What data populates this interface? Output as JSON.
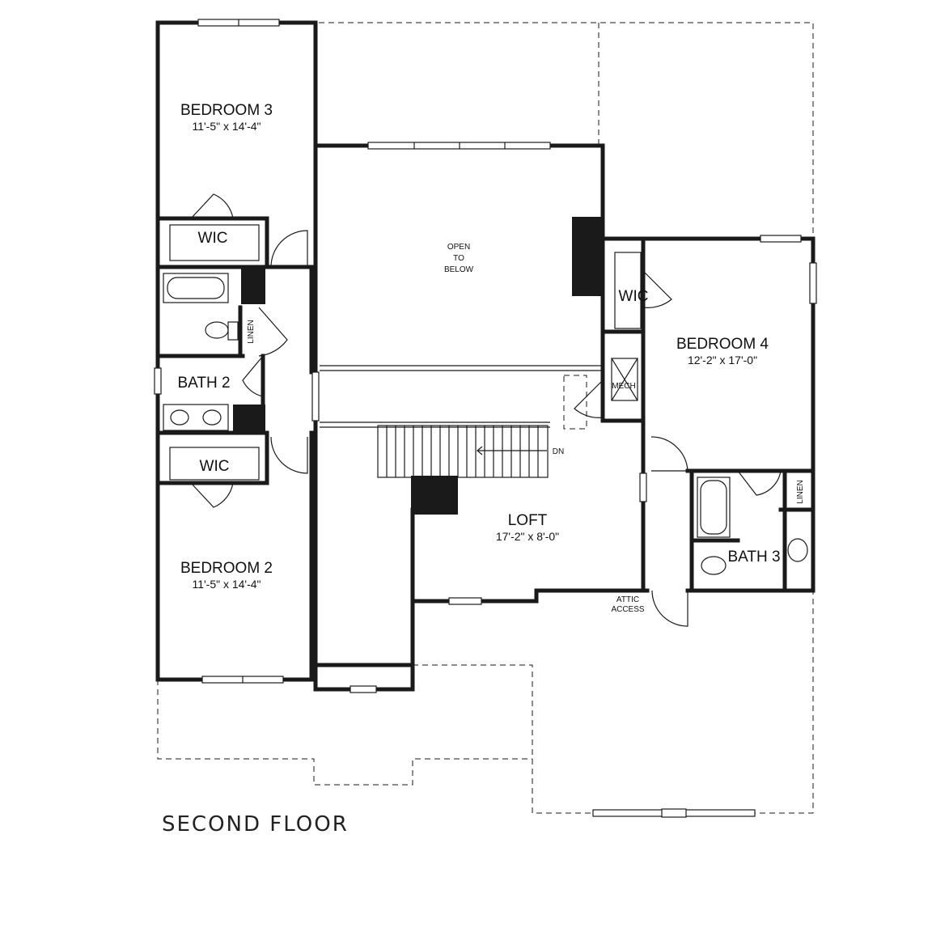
{
  "title": "SECOND FLOOR",
  "rooms": {
    "bedroom3": {
      "name": "BEDROOM 3",
      "dim": "11'-5\" x 14'-4\""
    },
    "bedroom2": {
      "name": "BEDROOM 2",
      "dim": "11'-5\" x 14'-4\""
    },
    "bedroom4": {
      "name": "BEDROOM 4",
      "dim": "12'-2\" x 17'-0\""
    },
    "loft": {
      "name": "LOFT",
      "dim": "17'-2\" x 8'-0\""
    },
    "bath2": "BATH 2",
    "bath3": "BATH 3",
    "wic_top": "WIC",
    "wic_bottom": "WIC",
    "wic_right": "WIC",
    "mech": "MECH",
    "linen_left": "LINEN",
    "linen_right": "LINEN",
    "open_below": [
      "OPEN",
      "TO",
      "BELOW"
    ],
    "attic": [
      "ATTIC",
      "ACCESS"
    ],
    "stairs_dn": "DN"
  }
}
